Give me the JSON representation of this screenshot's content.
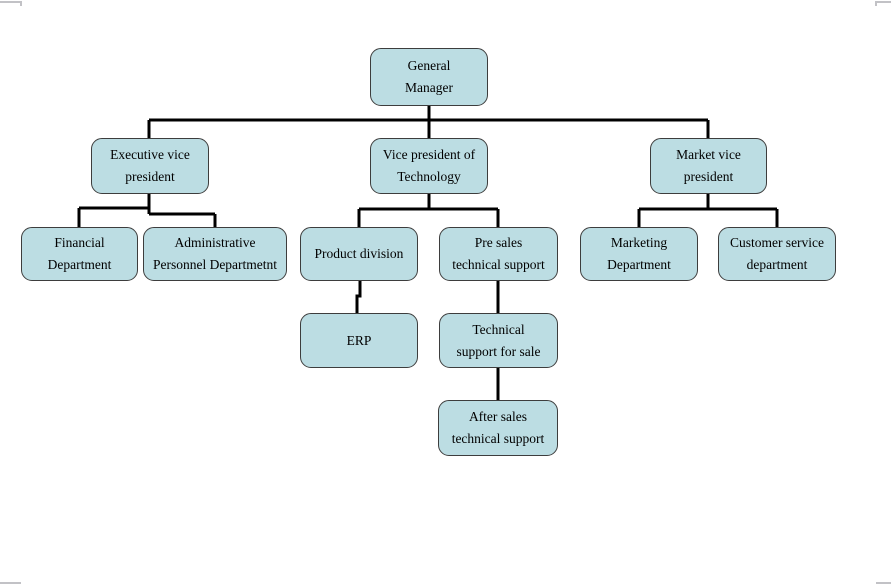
{
  "diagram_type": "organization-chart",
  "colors": {
    "page-bg": "#ffffff",
    "node-fill": "#bcdde3",
    "node-border": "#3d3d3d",
    "connector": "#000000",
    "corner-mark": "#c2c2c6"
  },
  "nodes": {
    "general_manager": {
      "label": "General Manager",
      "lines": [
        "General",
        "Manager"
      ]
    },
    "executive_vice_president": {
      "label": "Executive vice president",
      "lines": [
        "Executive vice",
        "president"
      ]
    },
    "vice_president_of_technology": {
      "label": "Vice president of Technology",
      "lines": [
        "Vice president of",
        "Technology"
      ]
    },
    "market_vice_president": {
      "label": "Market vice president",
      "lines": [
        "Market vice",
        "president"
      ]
    },
    "financial_department": {
      "label": "Financial Department",
      "lines": [
        "Financial",
        "Department"
      ]
    },
    "administrative_personnel_department": {
      "label": "Administrative Personnel Departmetnt",
      "lines": [
        "Administrative",
        "Personnel Departmetnt"
      ]
    },
    "product_division": {
      "label": "Product division",
      "lines": [
        "Product division"
      ]
    },
    "pre_sales_technical_support": {
      "label": "Pre sales technical support",
      "lines": [
        "Pre sales",
        "technical support"
      ]
    },
    "marketing_department": {
      "label": "Marketing Department",
      "lines": [
        "Marketing",
        "Department"
      ]
    },
    "customer_service_department": {
      "label": "Customer service department",
      "lines": [
        "Customer service",
        "department"
      ]
    },
    "erp": {
      "label": "ERP",
      "lines": [
        "ERP"
      ]
    },
    "technical_support_for_sale": {
      "label": "Technical support for sale",
      "lines": [
        "Technical",
        "support for sale"
      ]
    },
    "after_sales_technical_support": {
      "label": "After sales technical support",
      "lines": [
        "After sales",
        "technical support"
      ]
    }
  },
  "edges": [
    {
      "from": "general_manager",
      "to": "executive_vice_president"
    },
    {
      "from": "general_manager",
      "to": "vice_president_of_technology"
    },
    {
      "from": "general_manager",
      "to": "market_vice_president"
    },
    {
      "from": "executive_vice_president",
      "to": "financial_department"
    },
    {
      "from": "executive_vice_president",
      "to": "administrative_personnel_department"
    },
    {
      "from": "vice_president_of_technology",
      "to": "product_division"
    },
    {
      "from": "vice_president_of_technology",
      "to": "pre_sales_technical_support"
    },
    {
      "from": "market_vice_president",
      "to": "marketing_department"
    },
    {
      "from": "market_vice_president",
      "to": "customer_service_department"
    },
    {
      "from": "product_division",
      "to": "erp"
    },
    {
      "from": "pre_sales_technical_support",
      "to": "technical_support_for_sale"
    },
    {
      "from": "technical_support_for_sale",
      "to": "after_sales_technical_support"
    }
  ]
}
